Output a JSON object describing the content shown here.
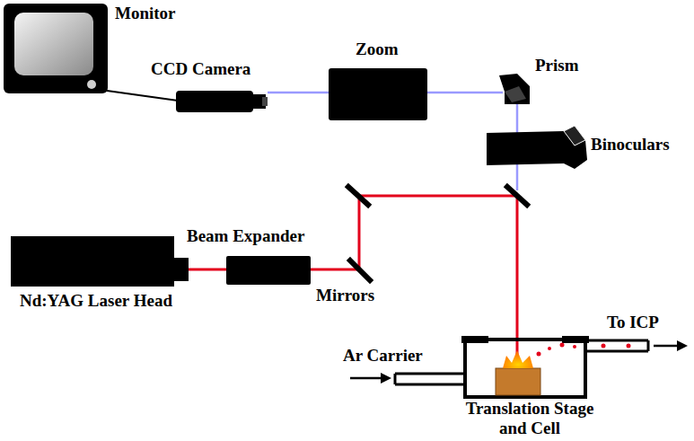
{
  "diagram": {
    "labels": [
      "Monitor",
      "CCD Camera",
      "Zoom",
      "Prism",
      "Binoculars",
      "Beam Expander",
      "Nd:YAG Laser Head",
      "Mirrors",
      "Ar Carrier",
      "To ICP",
      "Translation Stage and Cell"
    ]
  }
}
